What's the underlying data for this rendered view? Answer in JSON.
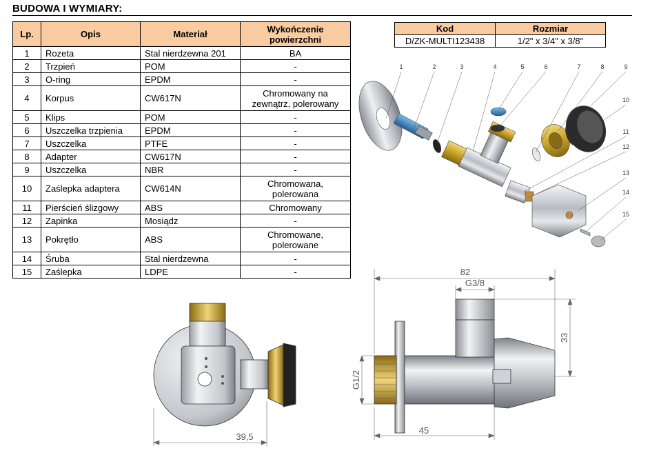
{
  "heading": "BUDOWA I WYMIARY:",
  "parts_table": {
    "headers": {
      "lp": "Lp.",
      "opis": "Opis",
      "material": "Materiał",
      "finish_line1": "Wykończenie",
      "finish_line2": "powierzchni"
    },
    "rows": [
      {
        "lp": "1",
        "opis": "Rozeta",
        "material": "Stal nierdzewna 201",
        "fin1": "BA",
        "fin2": ""
      },
      {
        "lp": "2",
        "opis": "Trzpień",
        "material": "POM",
        "fin1": "-",
        "fin2": ""
      },
      {
        "lp": "3",
        "opis": "O-ring",
        "material": "EPDM",
        "fin1": "-",
        "fin2": ""
      },
      {
        "lp": "4",
        "opis": "Korpus",
        "material": "CW617N",
        "fin1": "Chromowany na",
        "fin2": "zewnątrz, polerowany"
      },
      {
        "lp": "5",
        "opis": "Klips",
        "material": "POM",
        "fin1": "-",
        "fin2": ""
      },
      {
        "lp": "6",
        "opis": "Uszczelka trzpienia",
        "material": "EPDM",
        "fin1": "-",
        "fin2": ""
      },
      {
        "lp": "7",
        "opis": "Uszczelka",
        "material": "PTFE",
        "fin1": "-",
        "fin2": ""
      },
      {
        "lp": "8",
        "opis": "Adapter",
        "material": "CW617N",
        "fin1": "-",
        "fin2": ""
      },
      {
        "lp": "9",
        "opis": "Uszczelka",
        "material": "NBR",
        "fin1": "-",
        "fin2": ""
      },
      {
        "lp": "10",
        "opis": "Zaślepka adaptera",
        "material": "CW614N",
        "fin1": "Chromowana,",
        "fin2": "polerowana"
      },
      {
        "lp": "11",
        "opis": "Pierścień ślizgowy",
        "material": "ABS",
        "fin1": "Chromowany",
        "fin2": ""
      },
      {
        "lp": "12",
        "opis": "Zapinka",
        "material": "Mosiądz",
        "fin1": "-",
        "fin2": ""
      },
      {
        "lp": "13",
        "opis": "Pokrętło",
        "material": "ABS",
        "fin1": "Chromowane,",
        "fin2": "polerowane"
      },
      {
        "lp": "14",
        "opis": "Śruba",
        "material": "Stal nierdzewna",
        "fin1": "-",
        "fin2": ""
      },
      {
        "lp": "15",
        "opis": "Zaślepka",
        "material": "LDPE",
        "fin1": "-",
        "fin2": ""
      }
    ]
  },
  "code_table": {
    "headers": {
      "kod": "Kod",
      "rozmiar": "Rozmiar"
    },
    "row": {
      "kod": "D/ZK-MULTI123438",
      "rozmiar": "1/2\" x 3/4\" x 3/8\""
    }
  },
  "exploded_view": {
    "labels": [
      "1",
      "2",
      "3",
      "4",
      "5",
      "6",
      "7",
      "8",
      "9",
      "10",
      "11",
      "12",
      "13",
      "14",
      "15"
    ]
  },
  "dimensions": {
    "front_width": "39,5",
    "total_length": "82",
    "thread_top": "G3/8",
    "thread_side": "G1/2",
    "height": "33",
    "base_length": "45"
  },
  "colors": {
    "header_fill": "#f8cba1",
    "chrome": "#c8ccd2",
    "brass": "#c9a227",
    "blue": "#3f86c4"
  }
}
